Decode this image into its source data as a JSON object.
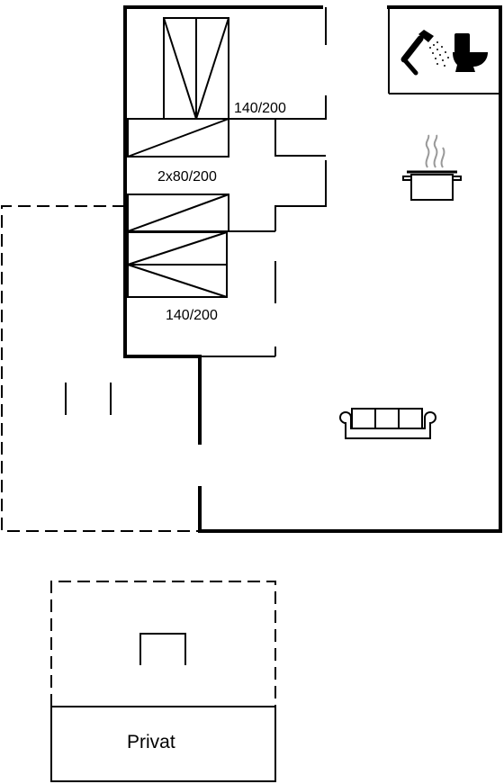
{
  "labels": {
    "bed_top": "140/200",
    "bed_middle": "2x80/200",
    "bed_bottom": "140/200",
    "annex": "Privat"
  },
  "icons": [
    "shower-icon",
    "toilet-icon",
    "cooking-pot-icon",
    "sofa-icon"
  ],
  "colors": {
    "line": "#000000",
    "background": "#ffffff"
  }
}
